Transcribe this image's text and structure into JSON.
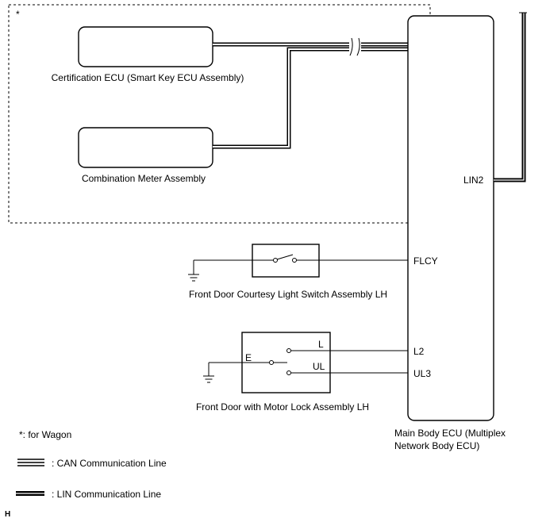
{
  "diagram": {
    "region_marker": "*",
    "components": {
      "cert_ecu": "Certification ECU (Smart Key ECU Assembly)",
      "combo_meter": "Combination Meter Assembly",
      "courtesy_switch": "Front Door Courtesy Light Switch Assembly LH",
      "door_lock": "Front Door with Motor Lock Assembly LH",
      "main_body_ecu_line1": "Main Body ECU (Multiplex",
      "main_body_ecu_line2": "Network Body ECU)"
    },
    "pins": {
      "lin2": "LIN2",
      "flcy": "FLCY",
      "l2": "L2",
      "ul3": "UL3",
      "lock_e": "E",
      "lock_l": "L",
      "lock_ul": "UL"
    },
    "legend": {
      "wagon_note": "*: for Wagon",
      "can_line": ": CAN Communication Line",
      "lin_line": ": LIN Communication Line"
    },
    "page_mark": "H"
  }
}
